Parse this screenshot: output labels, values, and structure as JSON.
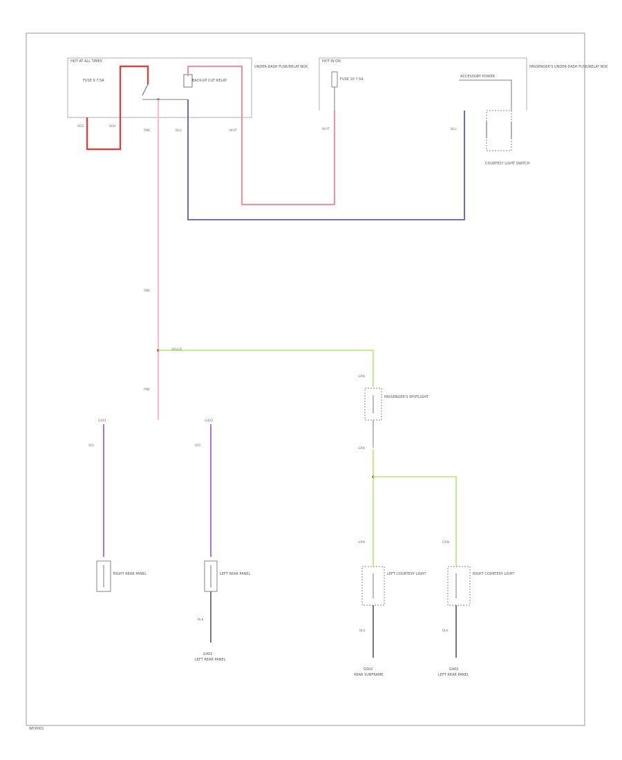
{
  "colors": {
    "red": "#ff3030",
    "pink": "#ff8a9a",
    "pink_light": "#ffb8c6",
    "blue": "#5a5acd",
    "green": "#c8ee8a",
    "violet": "#b070e0",
    "line": "#555555",
    "frame": "#999999"
  },
  "footer": {
    "code": "WD0001"
  },
  "components": {
    "hot_at_all_times": "HOT AT ALL TIMES",
    "fuse_left": "FUSE 9 7.5A",
    "cut_relay": "BACK-UP CUT RELAY",
    "box_left": "UNDER-DASH FUSE/RELAY BOX",
    "hot_in_on": "HOT IN ON",
    "fuse_right": "FUSE 10 7.5A",
    "accessory_power": "ACCESSORY POWER",
    "box_right": "PASSENGER'S UNDER-DASH FUSE/RELAY BOX",
    "courtesy_switch": "COURTESY LIGHT SWITCH",
    "splice": "SPLICE",
    "map_light": "PASSENGER'S SPOTLIGHT",
    "left_light": "LEFT COURTESY LIGHT",
    "right_light": "RIGHT COURTESY LIGHT",
    "ground_left": "G401",
    "ground_mid": "G402",
    "ground_right": "G502",
    "ground_lbl_left": "RIGHT REAR PANEL",
    "ground_lbl_mid": "LEFT REAR PANEL",
    "ground_lbl_right": "REAR SUBFRAME"
  },
  "wires": {
    "w1": "RED",
    "w2": "RED",
    "w3": "PNK",
    "w4": "BLU",
    "w5": "WHT",
    "w6": "WHT",
    "w7": "BLU",
    "w8": "PNK",
    "w9": "PNK",
    "w10": "GRN",
    "w11": "GRN",
    "w12": "GRN",
    "w13": "VIO",
    "w14": "VIO",
    "w15": "BLK",
    "w16": "BLK",
    "w17": "BLK",
    "w18": "GRN"
  }
}
